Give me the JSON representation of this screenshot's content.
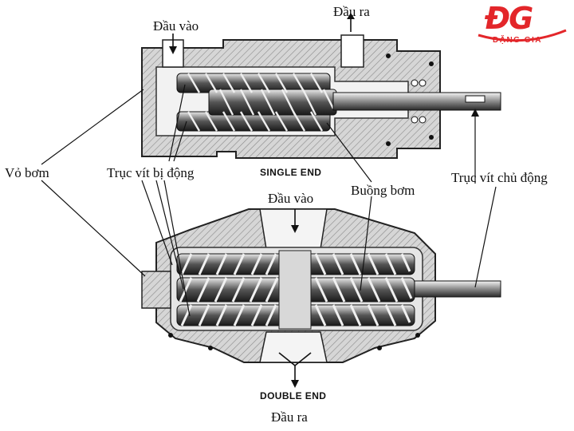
{
  "labels": {
    "inlet_top": "Đầu vào",
    "outlet_top": "Đầu ra",
    "casing": "Vỏ bơm",
    "idler_screw": "Trục vít bị động",
    "single_end": "SINGLE END",
    "chamber": "Buồng bơm",
    "drive_screw": "Trục vít chủ động",
    "inlet_bottom": "Đầu vào",
    "double_end": "DOUBLE END",
    "outlet_bottom": "Đầu ra"
  },
  "logo": {
    "mark": "ĐG",
    "name": "ĐẶNG GIA",
    "color": "#e3262a"
  }
}
